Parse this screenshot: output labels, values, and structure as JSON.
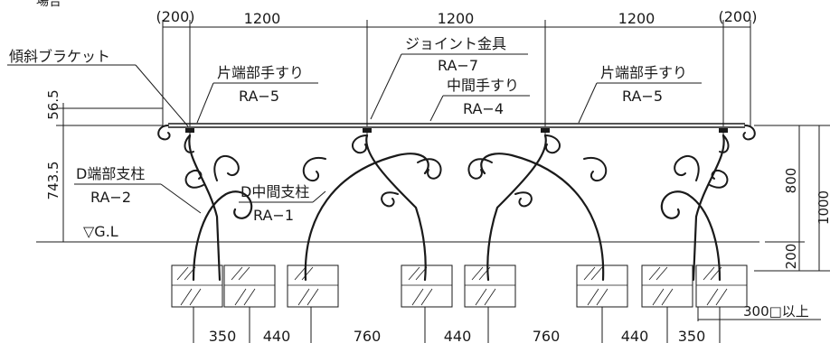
{
  "header": {
    "title_fragment": "場合"
  },
  "dimensions": {
    "top": [
      "(200)",
      "1200",
      "1200",
      "1200",
      "(200)"
    ],
    "left_upper": "56.5",
    "left_lower": "743.5",
    "right_800": "800",
    "right_1000": "1000",
    "right_200": "200",
    "bottom": [
      "350",
      "440",
      "760",
      "440",
      "760",
      "440",
      "350"
    ],
    "footing": "300□以上"
  },
  "labels": {
    "bracket": "傾斜ブラケット",
    "joint_name": "ジョイント金具",
    "joint_code": "RA−7",
    "end_rail_left_name": "片端部手すり",
    "end_rail_left_code": "RA−5",
    "mid_rail_name": "中間手すり",
    "mid_rail_code": "RA−4",
    "end_rail_right_name": "片端部手すり",
    "end_rail_right_code": "RA−5",
    "end_post_name": "D端部支柱",
    "end_post_code": "RA−2",
    "mid_post_name": "D中間支柱",
    "mid_post_code": "RA−1",
    "ground": "▽G.L"
  }
}
